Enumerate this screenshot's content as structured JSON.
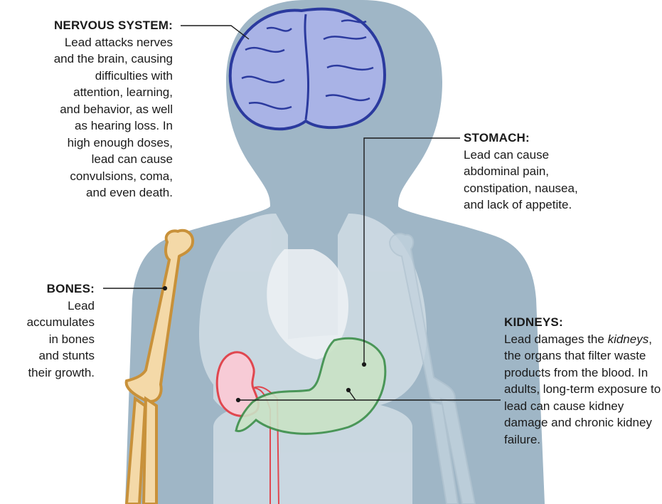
{
  "labels": {
    "nervous": {
      "heading": "NERVOUS SYSTEM:",
      "text": "Lead attacks nerves\nand the brain, causing\ndifficulties with\nattention, learning,\nand behavior, as well\nas hearing loss. In\nhigh enough doses,\nlead can cause\nconvulsions, coma,\nand even death."
    },
    "bones": {
      "heading": "BONES:",
      "text": "Lead\naccumulates\nin bones\nand stunts\ntheir growth."
    },
    "stomach": {
      "heading": "STOMACH:",
      "text": "Lead can cause\nabdominal pain,\nconstipation, nausea,\nand lack of appetite."
    },
    "kidneys": {
      "heading": "KIDNEYS:",
      "text_before": "Lead damages the ",
      "text_italic": "kidneys",
      "text_after": ", the organs that filter waste products from the blood. In adults, long-term exposure to lead can cause kidney damage and chronic kidney failure."
    }
  },
  "colors": {
    "silhouette": "#9fb6c6",
    "brain_fill": "#a9b3e6",
    "brain_stroke": "#2b3a9e",
    "bone_fill": "#f4d9a8",
    "bone_stroke": "#c8913a",
    "stomach_fill": "#c9e3c6",
    "stomach_stroke": "#3d8f4a",
    "kidney_fill": "#f7cbd6",
    "kidney_stroke": "#e0474f",
    "organ_ghost": "#d8e2e9",
    "leader_line": "#1a1a1a"
  }
}
